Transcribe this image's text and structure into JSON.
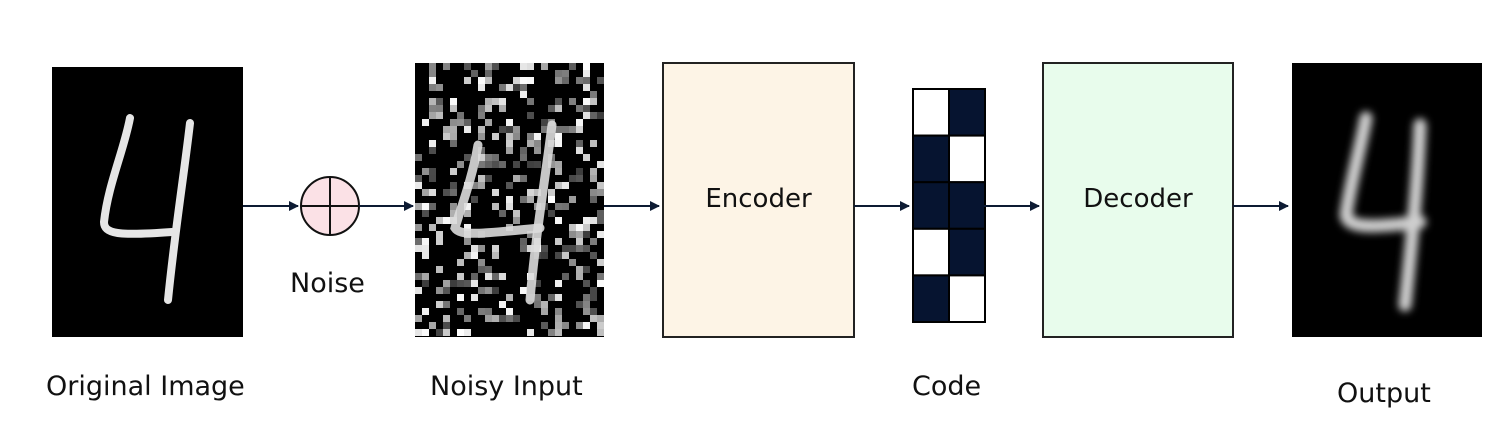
{
  "labels": {
    "original_image": "Original Image",
    "noise": "Noise",
    "noisy_input": "Noisy Input",
    "encoder": "Encoder",
    "code": "Code",
    "decoder": "Decoder",
    "output": "Output"
  },
  "colors": {
    "arrow": "#0d1b33",
    "encoder_fill": "#fdf4e6",
    "decoder_fill": "#e8fcec",
    "noise_fill": "#fbe1e6",
    "code_dark": "#061430",
    "code_light": "#ffffff"
  },
  "code_pattern": [
    [
      "light",
      "dark"
    ],
    [
      "dark",
      "light"
    ],
    [
      "dark",
      "dark"
    ],
    [
      "light",
      "dark"
    ],
    [
      "dark",
      "light"
    ]
  ]
}
